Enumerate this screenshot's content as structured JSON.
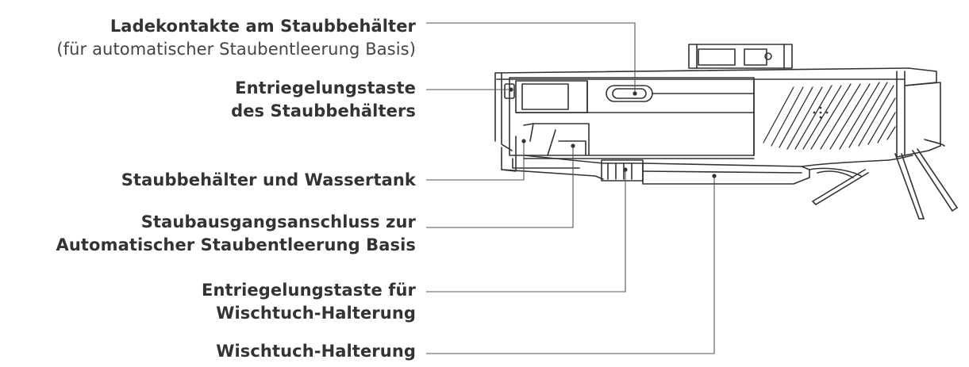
{
  "labels": {
    "charging_contacts": {
      "line1": "Ladekontakte am Staubbehälter",
      "line2": "(für automatischer Staubentleerung Basis)"
    },
    "dustbin_release": {
      "line1": "Entriegelungstaste",
      "line2": "des Staubbehälters"
    },
    "dustbin_watertank": {
      "line1": "Staubbehälter und Wassertank"
    },
    "dust_outlet": {
      "line1": "Staubausgangsanschluss zur",
      "line2": "Automatischer Staubentleerung Basis"
    },
    "mop_release": {
      "line1": "Entriegelungstaste für",
      "line2": "Wischtuch-Halterung"
    },
    "mop_holder": {
      "line1": "Wischtuch-Halterung"
    }
  }
}
